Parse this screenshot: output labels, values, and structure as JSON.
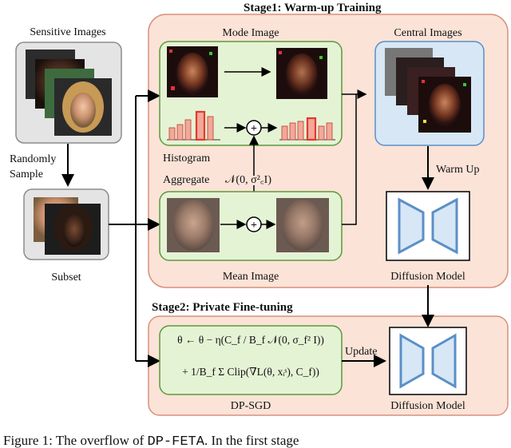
{
  "stage1": {
    "title": "Stage1: Warm-up Training"
  },
  "stage2": {
    "title": "Stage2: Private Fine-tuning"
  },
  "labels": {
    "sensitive_images": "Sensitive Images",
    "randomly_sample_1": "Randomly",
    "randomly_sample_2": "Sample",
    "subset": "Subset",
    "mode_image": "Mode Image",
    "central_images": "Central Images",
    "histogram": "Histogram",
    "aggregate": "Aggregate",
    "noise": "𝒩(0, σ²꜀I)",
    "mean_image": "Mean Image",
    "warm_up": "Warm Up",
    "diffusion_model_1": "Diffusion Model",
    "diffusion_model_2": "Diffusion Model",
    "update": "Update",
    "dp_sgd": "DP-SGD",
    "formula_line1": "θ ← θ − η(C_f / B_f 𝒩(0, σ_f² I))",
    "formula_line2": "+ 1/B_f Σ Clip(∇L(θ, xᵢˢ), C_f))"
  },
  "caption": {
    "prefix": "Figure 1: The overflow of ",
    "method": "DP-FETA",
    "suffix": ". In the first stage"
  },
  "colors": {
    "stage_fill": "#fbe3d7",
    "stage_stroke": "#d9907a",
    "green_fill": "#e5f3d5",
    "green_stroke": "#5d9a3c",
    "blue_fill": "#d7e7f6",
    "blue_stroke": "#5b8fc7",
    "gray_fill": "#e4e4e4",
    "gray_stroke": "#8c8c8c",
    "hist_bar": "#f2a89a",
    "hist_highlight": "#e23b2f"
  }
}
